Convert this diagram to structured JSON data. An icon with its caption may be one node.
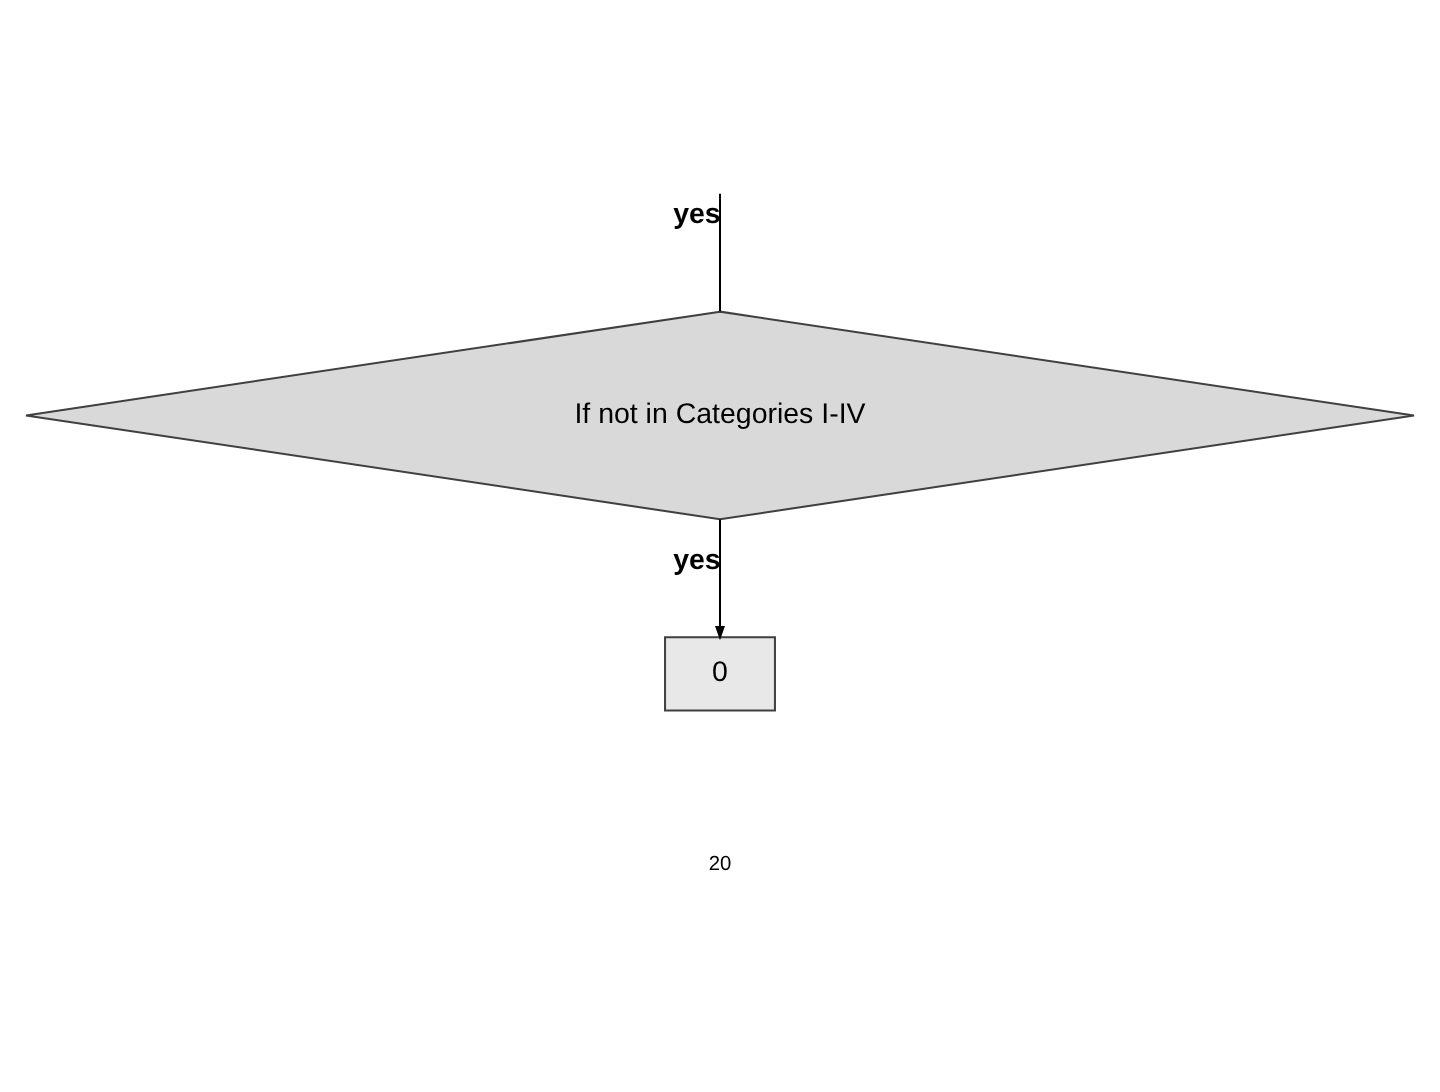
{
  "diagram": {
    "nodes": [
      {
        "text": [
          "If not in Categories I-IV"
        ]
      },
      {
        "text": [
          "0"
        ]
      }
    ],
    "edges": [
      {
        "from": null,
        "to": 0,
        "arrow": "none",
        "label": "yes"
      },
      {
        "from": 0,
        "to": 1,
        "arrow": "to",
        "label": "yes"
      }
    ],
    "labels": [
      "20"
    ]
  }
}
